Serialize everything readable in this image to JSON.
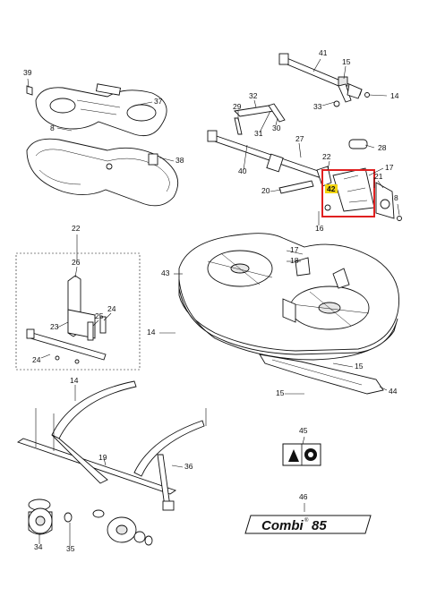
{
  "labels": {
    "p39": "39",
    "p37": "37",
    "p8a": "8",
    "p38": "38",
    "p41": "41",
    "p15a": "15",
    "p14a": "14",
    "p33": "33",
    "p32": "32",
    "p29": "29",
    "p31": "31",
    "p30": "30",
    "p27": "27",
    "p40": "40",
    "p22a": "22",
    "p28": "28",
    "p17a": "17",
    "p21": "21",
    "p20": "20",
    "p42": "42",
    "p8b": "8",
    "p16": "16",
    "p17b": "17",
    "p18": "18",
    "p43": "43",
    "p22b": "22",
    "p26": "26",
    "p24a": "24",
    "p25": "25",
    "p23": "23",
    "p24b": "24",
    "p14b": "14",
    "p15b": "15",
    "p15c": "15",
    "p44": "44",
    "p14c": "14",
    "p19": "19",
    "p36": "36",
    "p45": "45",
    "p46": "46",
    "p34": "34",
    "p35": "35"
  },
  "logo": {
    "brand": "Combi",
    "mark": "®",
    "model": "85"
  },
  "colors": {
    "highlight": "#e02020",
    "callout_bg": "#f2d40f"
  }
}
